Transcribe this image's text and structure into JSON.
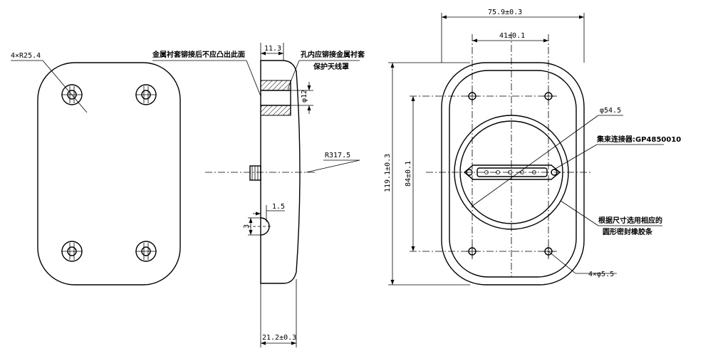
{
  "drawing": {
    "front_view": {
      "corner_radius_label": "4×R25.4"
    },
    "side_view": {
      "note_metal_sleeve": "金属衬套铆接后不应凸出此面",
      "note_hole": "孔内应铆接金属衬套",
      "note_hole_line2": "保护天线罩",
      "dim_top": "11.3",
      "dim_hole": "φ12",
      "dim_radius": "R317.5",
      "dim_small": "1.5",
      "dim_small_v": "3",
      "dim_bottom": "21.2±0.3"
    },
    "back_view": {
      "dim_width": "75.9±0.3",
      "dim_hole_spacing": "41±0.1",
      "dim_height": "119.1±0.3",
      "dim_hole_vspacing": "84±0.1",
      "dim_circle": "φ54.5",
      "note_connector": "集束连接器:GP4850010",
      "note_seal": "根据尺寸选用相应的",
      "note_seal_line2": "圆形密封橡胶条",
      "dim_holes": "4×φ5.5"
    }
  }
}
